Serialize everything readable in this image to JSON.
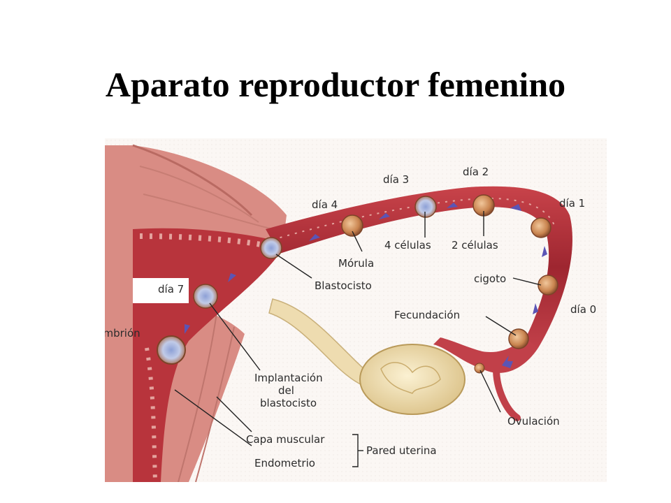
{
  "title": "Aparato reproductor femenino",
  "labels": {
    "dia3": "día 3",
    "dia2": "día 2",
    "dia4": "día 4",
    "dia1": "día 1",
    "dia0": "día 0",
    "dia7": "día 7",
    "cuatro_celulas": "4 células",
    "dos_celulas": "2 células",
    "morula": "Mórula",
    "cigoto": "cigoto",
    "blastocisto": "Blastocisto",
    "fecundacion": "Fecundación",
    "embrion": "Embrión",
    "implantacion_1": "Implantación",
    "implantacion_2": "del",
    "implantacion_3": "blastocisto",
    "ovulacion": "Ovulación",
    "capa_muscular": "Capa muscular",
    "endometrio": "Endometrio",
    "pared_uterina": "Pared uterina"
  },
  "colors": {
    "tissue": "#b8343c",
    "tissue_dark": "#8e1f2a",
    "tissue_light": "#e4a39e",
    "uterus_wall": "#d98c84",
    "ovary": "#f2e2b6",
    "ligament": "#eedcb0",
    "arrow": "#5b55b5",
    "cell": "#d79a6a",
    "background": "#fbf7f4"
  },
  "icons": {
    "arrow": "migration-arrow-icon",
    "cell": "embryo-cell-icon"
  }
}
